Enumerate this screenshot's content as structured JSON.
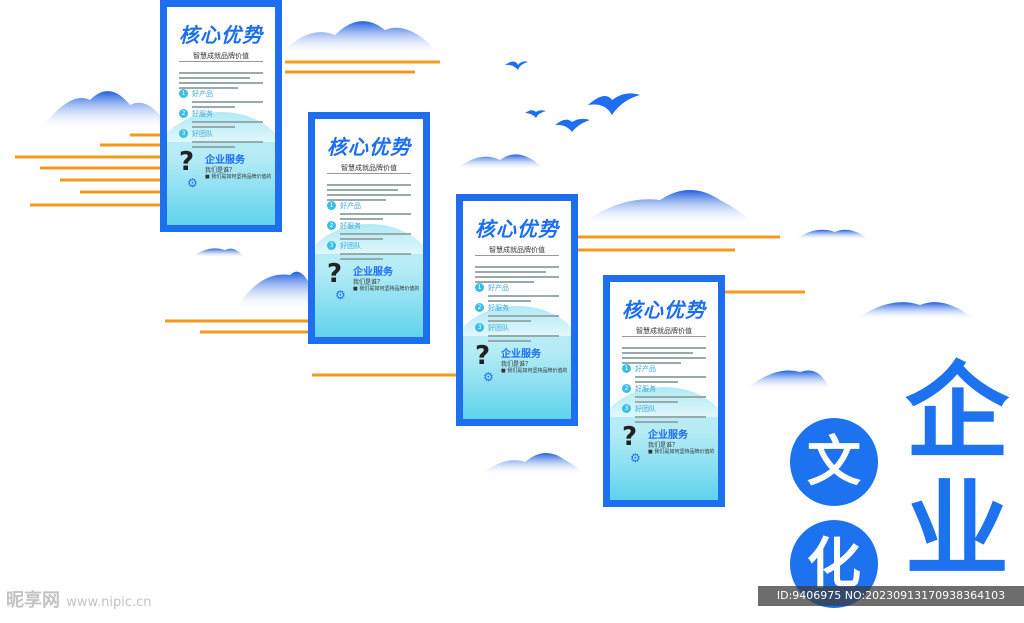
{
  "panels": [
    {
      "title": "核心优势",
      "subtitle": "智慧成就品牌价值",
      "items": [
        "好产品",
        "好服务",
        "好团队"
      ],
      "service_title": "企业服务",
      "who": "我们是谁？",
      "bullet": "■ 我们是如何坚持品牌价值的"
    },
    {
      "title": "核心优势",
      "subtitle": "智慧成就品牌价值",
      "items": [
        "好产品",
        "好服务",
        "好团队"
      ],
      "service_title": "企业服务",
      "who": "我们是谁？",
      "bullet": "■ 我们是如何坚持品牌价值的"
    },
    {
      "title": "核心优势",
      "subtitle": "智慧成就品牌价值",
      "items": [
        "好产品",
        "好服务",
        "好团队"
      ],
      "service_title": "企业服务",
      "who": "我们是谁？",
      "bullet": "■ 我们是如何坚持品牌价值的"
    },
    {
      "title": "核心优势",
      "subtitle": "智慧成就品牌价值",
      "items": [
        "好产品",
        "好服务",
        "好团队"
      ],
      "service_title": "企业服务",
      "who": "我们是谁？",
      "bullet": "■ 我们是如何坚持品牌价值的"
    }
  ],
  "headline": {
    "circle_char_1": "文",
    "circle_char_2": "化",
    "brush_char_1": "企",
    "brush_char_2": "业"
  },
  "watermark": {
    "brand": "昵享网",
    "url": "www.nipic.cn"
  },
  "id_bar": "ID:9406975 NO:20230913170938364103",
  "colors": {
    "primary_blue": "#1e6ff0",
    "accent_orange": "#f39a1e",
    "mountain_blue": "#2f6fe0",
    "cyan": "#5fd3ec"
  }
}
